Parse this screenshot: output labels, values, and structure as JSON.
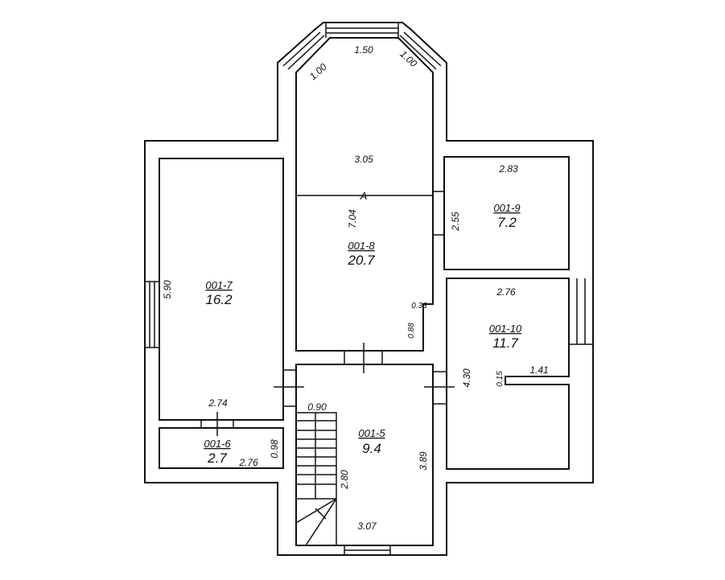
{
  "rooms": [
    {
      "id": "001-5",
      "area": "9.4"
    },
    {
      "id": "001-6",
      "area": "2.7"
    },
    {
      "id": "001-7",
      "area": "16.2"
    },
    {
      "id": "001-8",
      "area": "20.7"
    },
    {
      "id": "001-9",
      "area": "7.2"
    },
    {
      "id": "001-10",
      "area": "11.7"
    }
  ],
  "dimensions": {
    "bay_left": "1.00",
    "bay_center": "1.50",
    "bay_right": "1.00",
    "r8_width": "3.05",
    "r8_length": "7.04",
    "r8_notch_w": "0.33",
    "r8_notch_h": "0.88",
    "section_mark": "A",
    "r9_width": "2.83",
    "r9_height": "2.55",
    "r10_width": "2.76",
    "r10_height": "4.30",
    "r10_partition_len": "1.41",
    "r10_partition_th": "0.15",
    "r7_height": "5.90",
    "r7_width": "2.74",
    "r6_width": "2.76",
    "r6_height": "0.98",
    "r5_stair_w": "0.90",
    "r5_stair_len": "2.80",
    "r5_height": "3.89",
    "r5_width": "3.07"
  }
}
